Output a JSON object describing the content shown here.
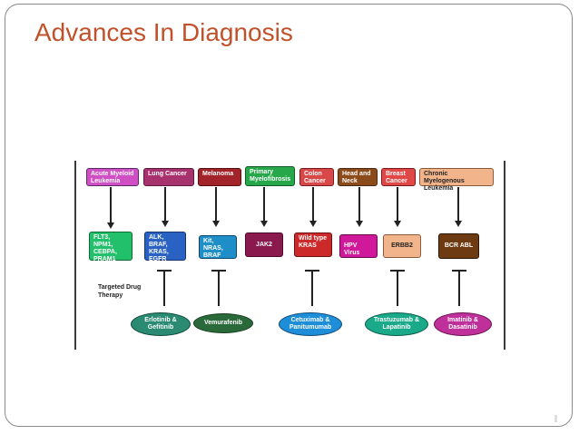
{
  "slide": {
    "title": "Advances In Diagnosis"
  },
  "diagram": {
    "diseases": [
      {
        "label": "Acute Myeloid Leukemia",
        "color": "#d04fc4"
      },
      {
        "label": "Lung Cancer",
        "color": "#a8326e"
      },
      {
        "label": "Melanoma",
        "color": "#a3232a"
      },
      {
        "label": "Primary Myelofibrosis",
        "color": "#26a84a"
      },
      {
        "label": "Colon Cancer",
        "color": "#d84848"
      },
      {
        "label": "Head and Neck",
        "color": "#8a4a1a"
      },
      {
        "label": "Breast Cancer",
        "color": "#e04848"
      },
      {
        "label": "Chronic Myelogenous Leukemia",
        "color": "#f2b48a"
      }
    ],
    "markers": [
      {
        "label": "FLT3, NPM1, CEBPA, PRAM1",
        "color": "#22c06a"
      },
      {
        "label": "ALK, BRAF, KRAS, EGFR",
        "color": "#2a62c4"
      },
      {
        "label": "Kit, NRAS, BRAF",
        "color": "#1e8ec8"
      },
      {
        "label": "JAK2",
        "color": "#8a1a4e"
      },
      {
        "label": "Wild type KRAS",
        "color": "#cc2a2a"
      },
      {
        "label": "HPV Virus",
        "color": "#d0189a"
      },
      {
        "label": "ERBB2",
        "color": "#f2b48a"
      },
      {
        "label": "BCR ABL",
        "color": "#6e3a12"
      }
    ],
    "therapy_label": "Targeted Drug Therapy",
    "drugs": [
      {
        "label": "Erlotinib & Gefitinib",
        "color": "#2a8a72"
      },
      {
        "label": "Vemurafenib",
        "color": "#2a6a3a"
      },
      {
        "label": "Cetuximab & Panitumumab",
        "color": "#1e8ed8"
      },
      {
        "label": "Trastuzumab & Lapatinib",
        "color": "#1aaa8a"
      },
      {
        "label": "Imatinib & Dasatinib",
        "color": "#c0309a"
      }
    ]
  }
}
